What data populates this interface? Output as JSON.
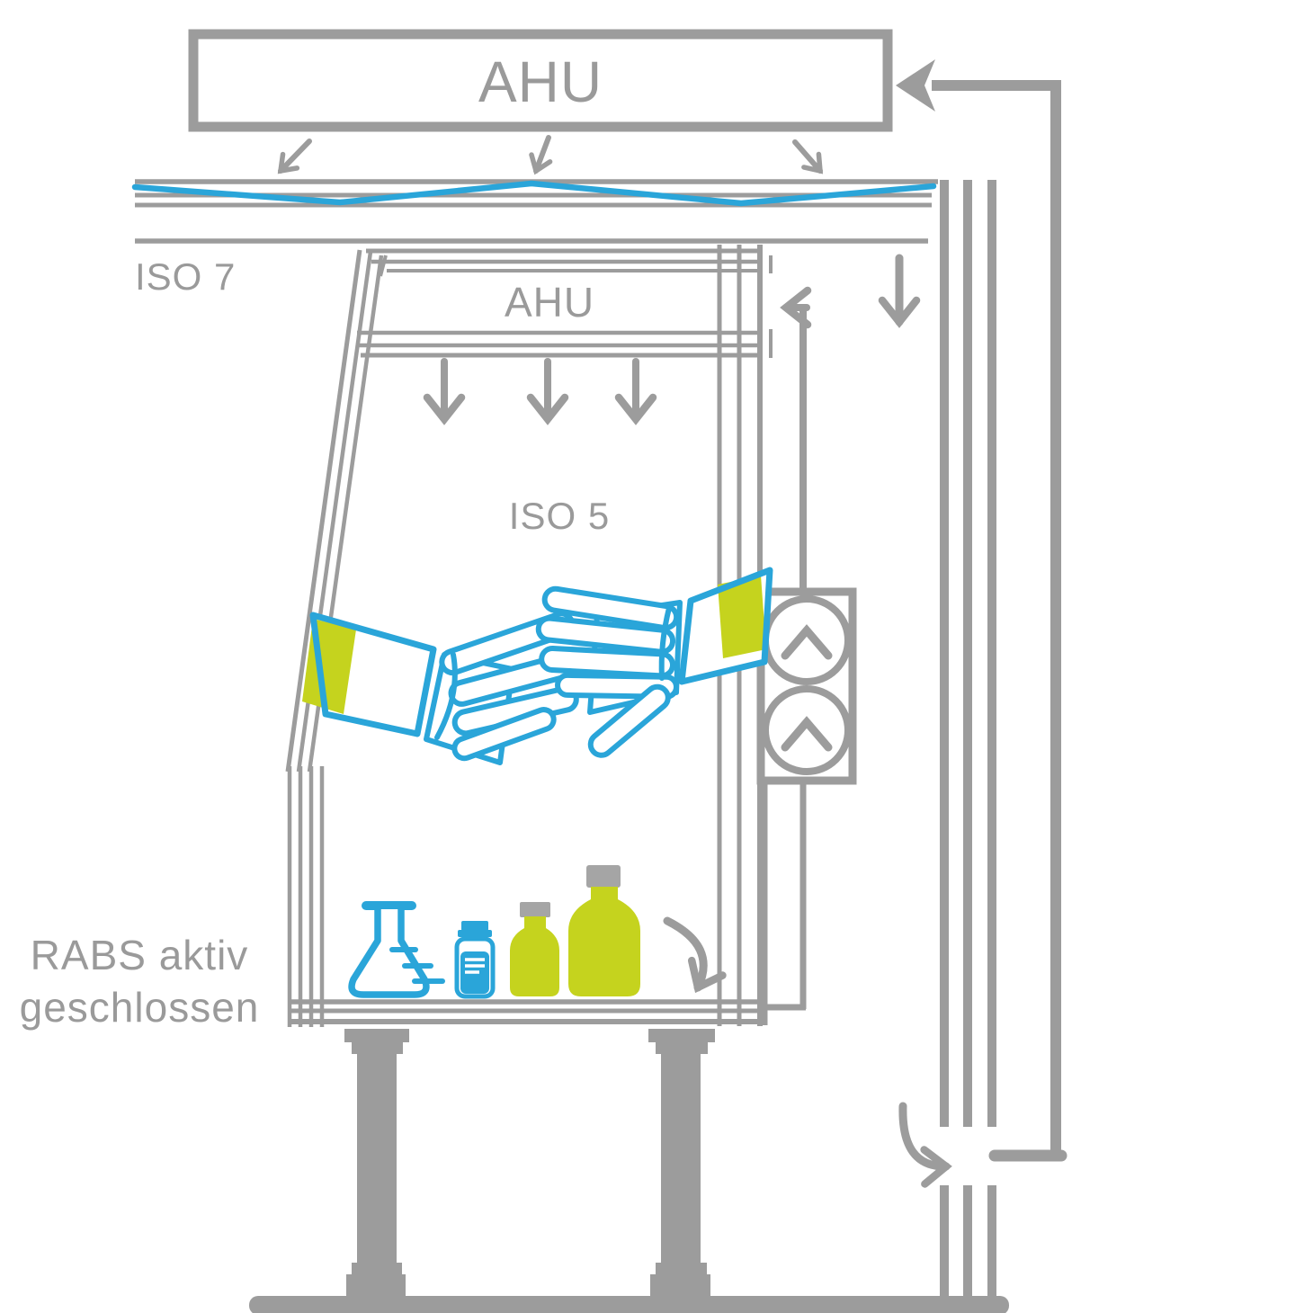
{
  "page": {
    "background": "#ffffff"
  },
  "labels": {
    "ahu_main": "AHU",
    "ahu_internal": "AHU",
    "iso7": "ISO 7",
    "iso5": "ISO 5",
    "status_line1": "RABS aktiv",
    "status_line2": "geschlossen"
  },
  "colors": {
    "line_gray": "#9c9c9c",
    "text_gray": "#9a9a9a",
    "blue": "#2aa5d9",
    "lime": "#c5d31e",
    "cap_gray": "#a5a5a5"
  },
  "icons": {
    "fan_icon": "circle with up-chevron (axial fan symbol)",
    "airflow_arrow_icon": "thin chevron arrow (air flow direction)",
    "hepa_filter_icon": "blue zigzag line (ceiling filter)",
    "glove_icon": "blue outlined protective glove with lime glove port",
    "flask_icon": "blue outlined erlenmeyer flask",
    "vial_icon": "blue medicine vial",
    "bottle_icon": "lime media bottle with gray cap"
  }
}
